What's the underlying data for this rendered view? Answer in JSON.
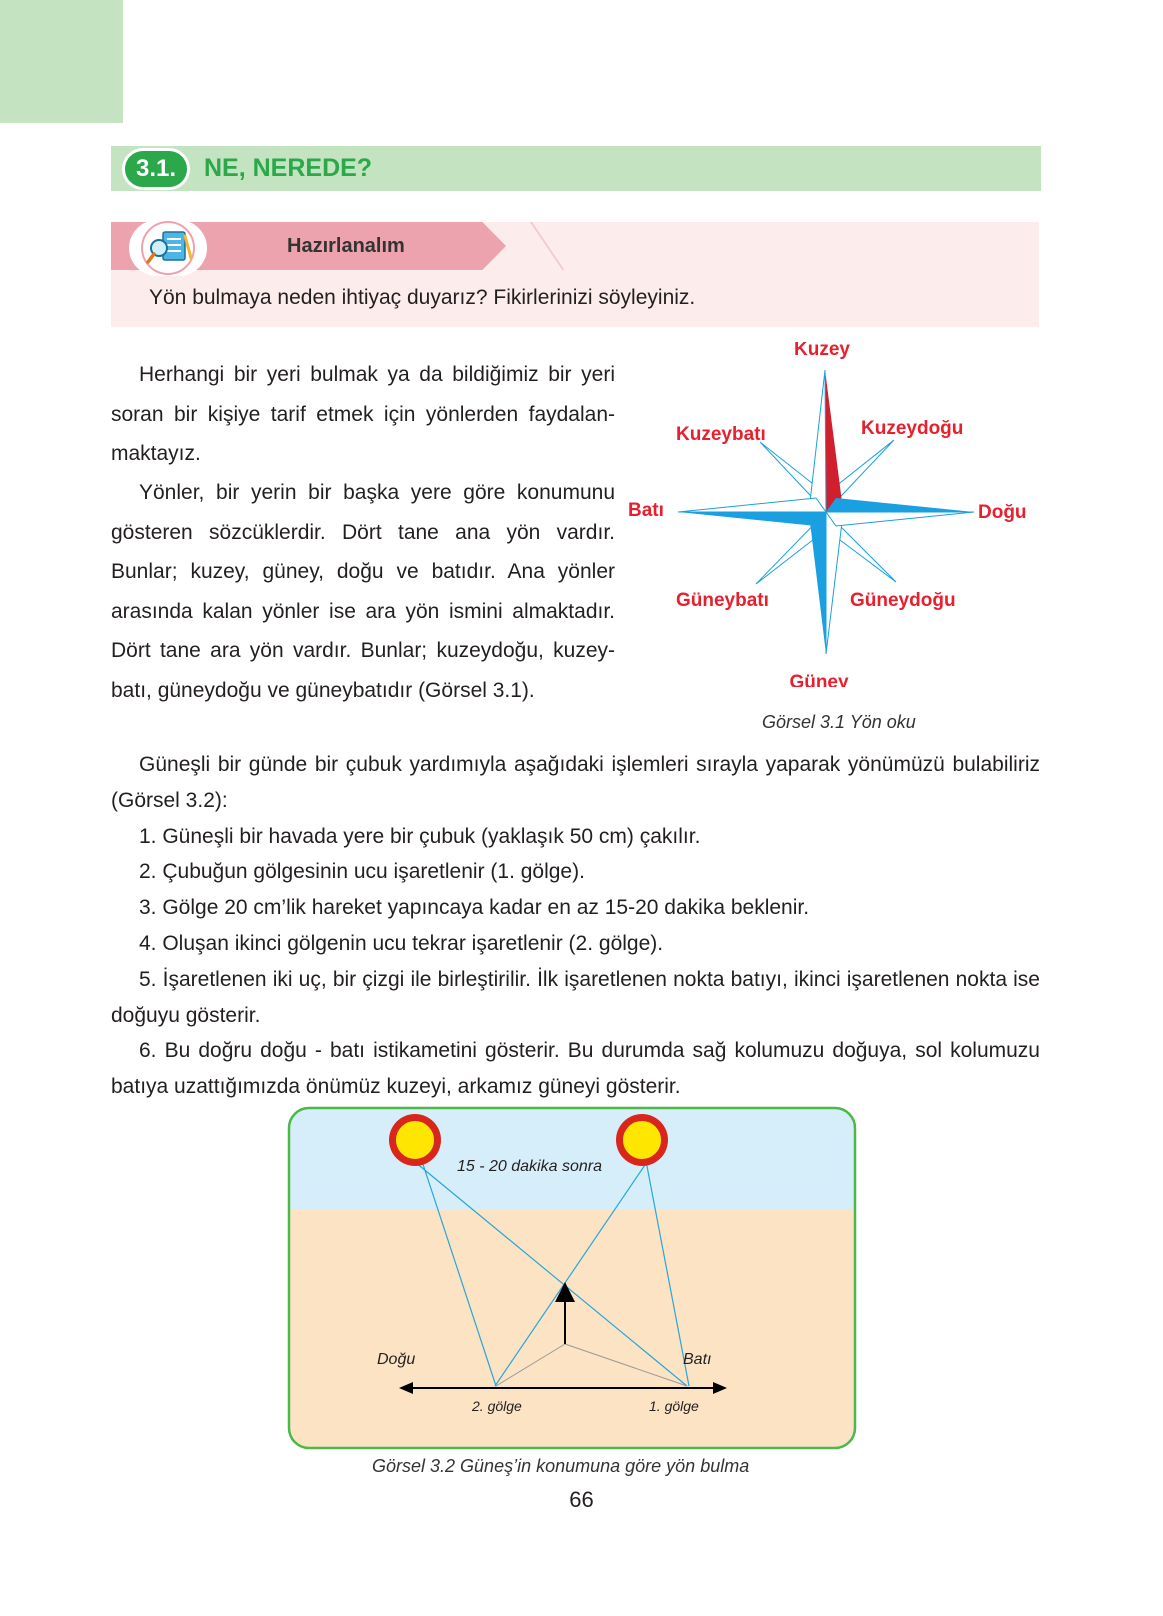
{
  "section": {
    "number": "3.1.",
    "title": "NE, NEREDE?"
  },
  "prep": {
    "title": "Hazırlanalım",
    "question": "Yön bulmaya neden ihtiyaç duyarız? Fikirlerinizi söyleyiniz."
  },
  "intro": {
    "p1": [
      "Herhangi bir yeri bulmak ya da bildiğimiz bir yeri",
      "soran bir kişiye tarif etmek için yönlerden faydalan-",
      "maktayız."
    ],
    "p2": [
      "Yönler, bir yerin bir başka yere göre konumunu",
      "gösteren sözcüklerdir. Dört tane ana yön vardır.",
      "Bunlar; kuzey, güney, doğu ve batıdır. Ana yönler",
      "arasında kalan yönler ise ara yön ismini almaktadır.",
      "Dört tane ara yön vardır. Bunlar; kuzeydoğu, kuzey-",
      "batı, güneydoğu ve güneybatıdır (Görsel 3.1)."
    ]
  },
  "compass": {
    "north": "Kuzey",
    "northeast": "Kuzeydoğu",
    "east": "Doğu",
    "southeast": "Güneydoğu",
    "south": "Güney",
    "southwest": "Güneybatı",
    "west": "Batı",
    "northwest": "Kuzeybatı",
    "caption": "Görsel 3.1 Yön oku",
    "colors": {
      "main": "#1aa0e0",
      "north": "#d0202e",
      "label": "#e8202e"
    }
  },
  "method": {
    "intro": "Güneşli bir günde bir çubuk yardımıyla aşağıdaki işlemleri sırayla yaparak yönümüzü bulabiliriz (Görsel 3.2):",
    "step1": "1. Güneşli bir havada yere bir çubuk (yaklaşık 50 cm) çakılır.",
    "step2": "2. Çubuğun gölgesinin ucu işaretlenir (1. gölge).",
    "step3": "3. Gölge 20 cm’lik hareket yapıncaya kadar en az 15-20 dakika beklenir.",
    "step4": "4. Oluşan ikinci gölgenin ucu tekrar işaretlenir (2. gölge).",
    "step5": "5. İşaretlenen iki uç, bir çizgi ile birleştirilir. İlk işaretlenen nokta batıyı, ikinci işaretlenen nokta ise doğuyu gösterir.",
    "step6": "6. Bu doğru doğu - batı istikametini gösterir. Bu durumda sağ kolumuzu doğuya, sol kolumuzu batıya uzattığımızda önümüz kuzeyi, arkamız güneyi gösterir."
  },
  "shadow_diagram": {
    "time_label": "15 - 20 dakika sonra",
    "east": "Doğu",
    "west": "Batı",
    "shadow2": "2. gölge",
    "shadow1": "1. gölge",
    "caption": "Görsel 3.2 Güneş’in konumuna göre yön bulma",
    "colors": {
      "sky": "#d6eef9",
      "ground": "#fce3c4",
      "border": "#4cb848",
      "sun": "#ffe600",
      "sun_rays": "#d9261c",
      "rays": "#29a6d9"
    }
  },
  "page_number": "66"
}
